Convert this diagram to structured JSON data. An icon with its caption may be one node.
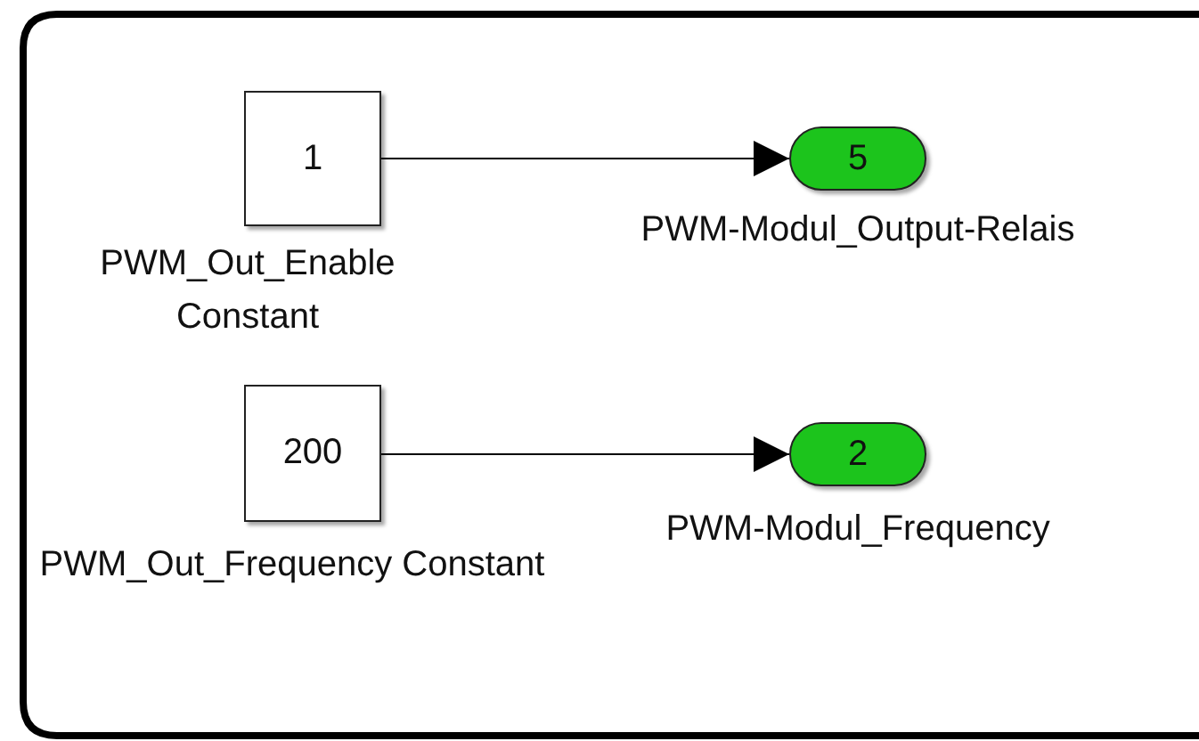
{
  "diagram": {
    "nodes": [
      {
        "text": [
          "1"
        ],
        "beside": [
          "PWM_Out_Enable Constant"
        ]
      },
      {
        "text": [
          "5"
        ],
        "beside": [
          "PWM-Modul_Output-Relais"
        ]
      },
      {
        "text": [
          "200"
        ],
        "beside": [
          "PWM_Out_Frequency Constant"
        ]
      },
      {
        "text": [
          "2"
        ],
        "beside": [
          "PWM-Modul_Frequency"
        ]
      }
    ],
    "edges": [
      {
        "from": 0,
        "to": 1,
        "arrow": "to"
      },
      {
        "from": 2,
        "to": 3,
        "arrow": "to"
      }
    ]
  }
}
